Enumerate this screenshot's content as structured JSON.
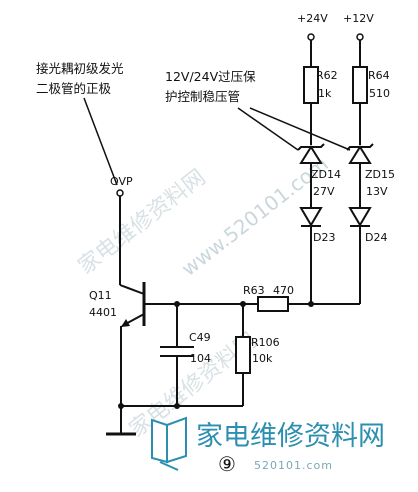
{
  "annotations": {
    "left_note_line1": "接光耦初级发光",
    "left_note_line2": "二极管的正极",
    "right_note_line1": "12V/24V过压保",
    "right_note_line2": "护控制稳压管"
  },
  "rails": {
    "v24": "+24V",
    "v12": "+12V"
  },
  "nodes": {
    "ovp": "OVP"
  },
  "components": {
    "r62_name": "R62",
    "r62_value": "1k",
    "r64_name": "R64",
    "r64_value": "510",
    "zd14_name": "ZD14",
    "zd14_value": "27V",
    "zd15_name": "ZD15",
    "zd15_value": "13V",
    "d23_name": "D23",
    "d24_name": "D24",
    "q11_name": "Q11",
    "q11_value": "4401",
    "r63_name": "R63",
    "r63_value": "470",
    "c49_name": "C49",
    "c49_value": "104",
    "r106_name": "R106",
    "r106_value": "10k"
  },
  "watermark": {
    "diagonal_text": "家电维修资料网",
    "diagonal_url": "www.520101.com",
    "brand_text": "家电维修资料网",
    "brand_url": "520101.com",
    "figure_mark": "⑨"
  }
}
